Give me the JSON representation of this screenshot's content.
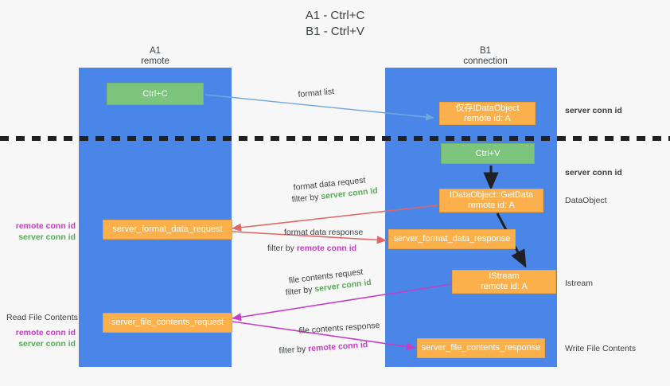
{
  "title": "A1 - Ctrl+C\nB1 - Ctrl+V",
  "colors": {
    "lane": "#4a86e8",
    "green_node": "#7dc57d",
    "orange_node": "#fbb04c",
    "server_conn": "#5aaa5a",
    "remote_conn": "#c340c3",
    "arrow_blue": "#6fa8dc",
    "arrow_red": "#e06666",
    "arrow_magenta": "#c340c3",
    "arrow_dark": "#202124",
    "background": "#f7f7f7"
  },
  "columns": [
    {
      "name": "A1",
      "subtitle": "remote",
      "label": "A1\nremote"
    },
    {
      "name": "B1",
      "subtitle": "connection",
      "label": "B1\nconnection"
    }
  ],
  "nodes": [
    {
      "id": "ctrl-c",
      "text": "Ctrl+C",
      "style": "green",
      "column": "A1"
    },
    {
      "id": "store-idataobject",
      "text": "仅存IDataObject\nremote id: A",
      "style": "orange",
      "column": "B1"
    },
    {
      "id": "ctrl-v",
      "text": "Ctrl+V",
      "style": "green",
      "column": "B1"
    },
    {
      "id": "getdata",
      "text": "IDataObject::GetData\nremote id: A",
      "style": "orange",
      "column": "B1"
    },
    {
      "id": "format-data-request",
      "text": "server_format_data_request",
      "style": "orange",
      "column": "A1"
    },
    {
      "id": "format-data-response",
      "text": "server_format_data_response",
      "style": "orange",
      "column": "B1"
    },
    {
      "id": "istream",
      "text": "IStream\nremote id: A",
      "style": "orange",
      "column": "B1"
    },
    {
      "id": "file-contents-request",
      "text": "server_file_contents_request",
      "style": "orange",
      "column": "A1"
    },
    {
      "id": "file-contents-response",
      "text": "server_file_contents_response",
      "style": "orange",
      "column": "B1"
    }
  ],
  "edge_labels": {
    "format_list": "format list",
    "format_data_request": "format data request",
    "format_data_response": "format data response",
    "file_contents_request": "file contents request",
    "file_contents_response": "file contents response",
    "filter_by": "filter by ",
    "server_conn_id": "server conn id",
    "remote_conn_id": "remote conn id"
  },
  "right_annotations": [
    {
      "id": "server-conn-top",
      "text": "server conn id",
      "kind": "server"
    },
    {
      "id": "server-conn-mid",
      "text": "server conn id",
      "kind": "server"
    },
    {
      "id": "dataobject",
      "text": "DataObject",
      "kind": "plain"
    },
    {
      "id": "istream",
      "text": "Istream",
      "kind": "plain"
    },
    {
      "id": "write-file-contents",
      "text": "Write File Contents",
      "kind": "plain"
    }
  ],
  "left_annotations": [
    {
      "id": "conn-pair-top",
      "remote": "remote conn id",
      "server": "server conn id"
    },
    {
      "id": "read-file-contents",
      "text": "Read File Contents"
    },
    {
      "id": "conn-pair-bottom",
      "remote": "remote conn id",
      "server": "server conn id"
    }
  ]
}
